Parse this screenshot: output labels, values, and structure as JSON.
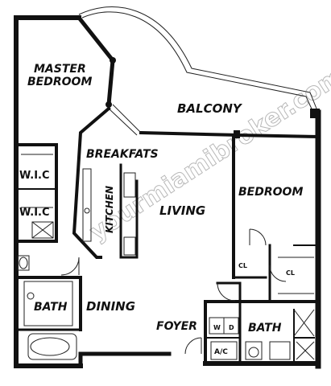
{
  "rooms": {
    "master_bedroom_line1": "MASTER",
    "master_bedroom_line2": "BEDROOM",
    "balcony": "BALCONY",
    "breakfast": "BREAKFATS",
    "kitchen": "KITCHEN",
    "living": "LIVING",
    "bedroom": "BEDROOM",
    "bath_left": "BATH",
    "dining": "DINING",
    "foyer": "FOYER",
    "bath_right": "BATH"
  },
  "closets": {
    "wic_upper": "W.I.C",
    "wic_lower": "W.I.C",
    "cl_bedroom": "CL",
    "cl_right": "CL"
  },
  "fixtures": {
    "washer": "W",
    "dryer": "D",
    "ac": "A/C"
  },
  "watermark": "yourmiamibroker.com",
  "colors": {
    "wall": "#111111",
    "watermark": "#b8b8b8"
  }
}
